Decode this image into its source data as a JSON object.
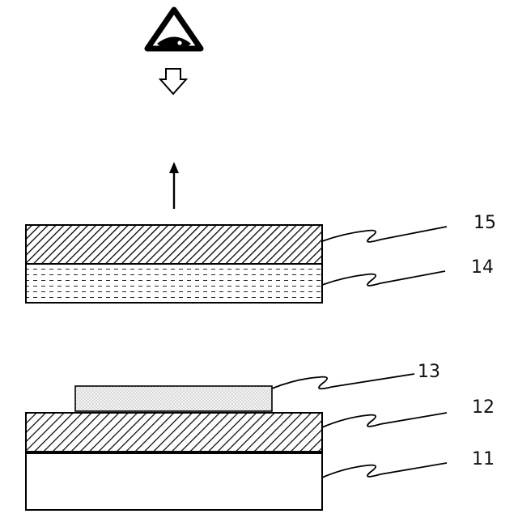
{
  "colors": {
    "stroke": "#000000",
    "background": "#ffffff",
    "dot_fill": "#f3f3f3"
  },
  "icons": {
    "viewer": "eye-in-triangle-icon",
    "down_arrow": "hollow-down-arrow-icon",
    "up_arrow": "up-arrow-icon"
  },
  "labels": {
    "layer_15": "15",
    "layer_14": "14",
    "layer_13": "13",
    "layer_12": "12",
    "layer_11": "11"
  }
}
